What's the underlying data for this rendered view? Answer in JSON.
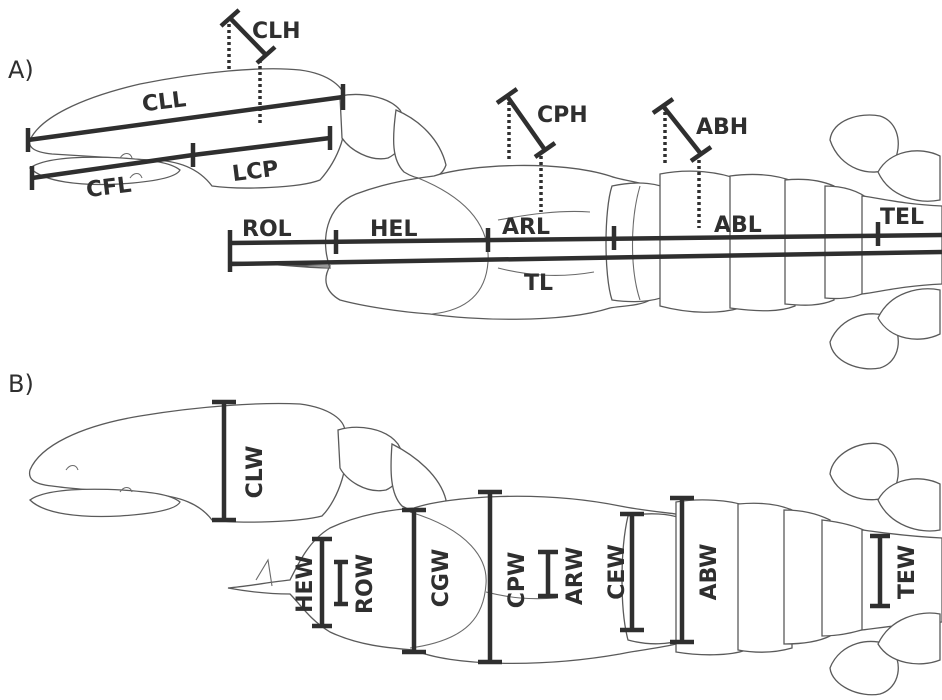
{
  "panels": {
    "a": "A)",
    "b": "B)"
  },
  "labels_a": {
    "clh": "CLH",
    "cll": "CLL",
    "cfl": "CFL",
    "lcp": "LCP",
    "cph": "CPH",
    "abh": "ABH",
    "rol": "ROL",
    "hel": "HEL",
    "arl": "ARL",
    "abl": "ABL",
    "tel": "TEL",
    "tl": "TL"
  },
  "labels_b": {
    "clw": "CLW",
    "hew": "HEW",
    "row": "ROW",
    "cgw": "CGW",
    "cpw": "CPW",
    "arw": "ARW",
    "cew": "CEW",
    "abw": "ABW",
    "tew": "TEW"
  },
  "colors": {
    "measure": "#2f2f2f",
    "outline": "#5a5a5a"
  }
}
